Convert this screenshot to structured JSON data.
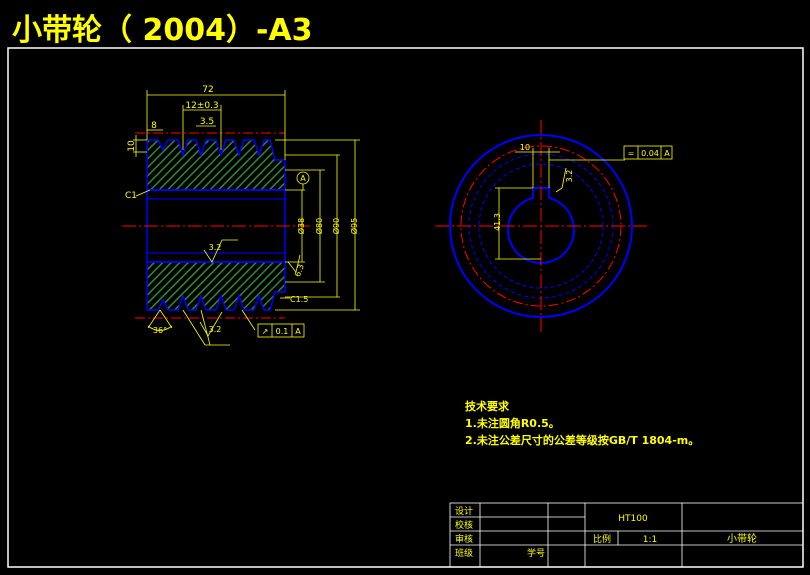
{
  "title": "小带轮（ 2004）-A3",
  "colors": {
    "background": "#000000",
    "frame": "#ffffff",
    "title": "#ffff00",
    "dimension": "#ffff00",
    "outline": "#0000ff",
    "hatch": "#2e8b2e",
    "centerline": "#ff0000",
    "dashed": "#0000ff"
  },
  "front_view": {
    "dims": {
      "total_width": "72",
      "groove_pitch": "12±0.3",
      "groove_offset": "8",
      "groove_depth": "3.5",
      "rim_height": "10",
      "chamfer_c1": "C1",
      "roughness_bore": "3.2",
      "roughness_side": "6.3",
      "roughness_groove": "3.2",
      "chamfer_c15": "C1.5",
      "groove_angle": "36°",
      "diameter_bore": "Ø38",
      "diameter_hub": "Ø80",
      "diameter_root": "Ø90",
      "diameter_outer": "Ø95",
      "datum_label": "A"
    },
    "tolerance_frame": {
      "symbol": "↗",
      "value": "0.1",
      "datum": "A"
    }
  },
  "side_view": {
    "dims": {
      "keyway_width": "10",
      "keyway_depth": "41.3",
      "roughness_keyway": "3.2"
    },
    "tolerance_frame": {
      "symbol": "=",
      "value": "0.04",
      "datum": "A"
    }
  },
  "tech_requirements": {
    "heading": "技术要求",
    "items": [
      "1.未注圆角R0.5。",
      "2.未注公差尺寸的公差等级按GB/T 1804-m。"
    ]
  },
  "title_block": {
    "rows": [
      "设计",
      "校核",
      "审核",
      "班级"
    ],
    "student_id": "学号",
    "material": "HT100",
    "scale_label": "比例",
    "scale_value": "1:1",
    "part_name": "小带轮"
  }
}
